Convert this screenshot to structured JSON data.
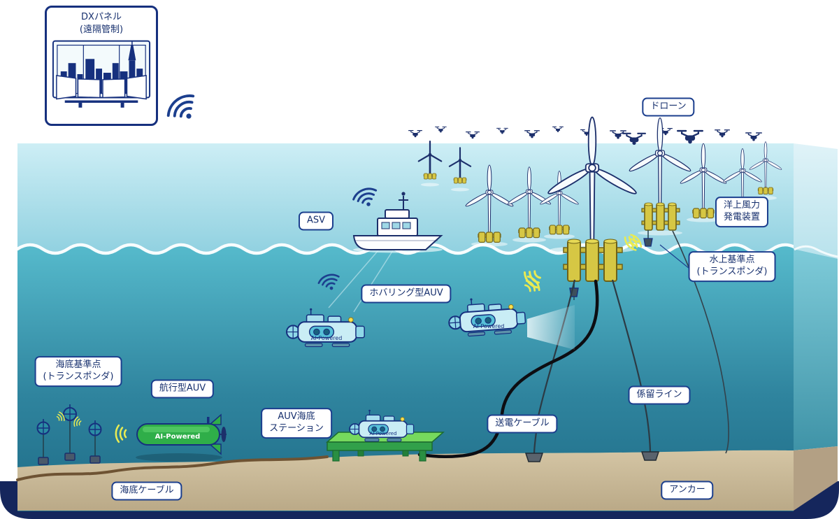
{
  "control_panel": {
    "title": "DXパネル\n(遠隔管制)"
  },
  "labels": {
    "drone": "ドローン",
    "asv": "ASV",
    "wind_power": "洋上風力\n発電装置",
    "surface_reference": "水上基準点\n(トランスポンダ)",
    "hovering_auv": "ホバリング型AUV",
    "seabed_reference": "海底基準点\n(トランスポンダ)",
    "cruising_auv": "航行型AUV",
    "auv_station": "AUV海底\nステーション",
    "power_cable": "送電ケーブル",
    "mooring_line": "係留ライン",
    "seabed_cable": "海底ケーブル",
    "anchor": "アンカー"
  },
  "branding": {
    "ai_powered": "AI-Powered"
  },
  "palette": {
    "outline_navy": "#1c2f6b",
    "label_border": "#1c3f8e",
    "air_top": "#cdeef5",
    "water_top": "#55b9cb",
    "water_deep": "#1e6b86",
    "seabed_tan": "#c9b897",
    "float_yellow": "#d6c744",
    "auv_green": "#2fae49",
    "auv_cyan": "#c9edf5",
    "signal_yellow": "#e9eb52",
    "base_navy": "#15265c"
  }
}
